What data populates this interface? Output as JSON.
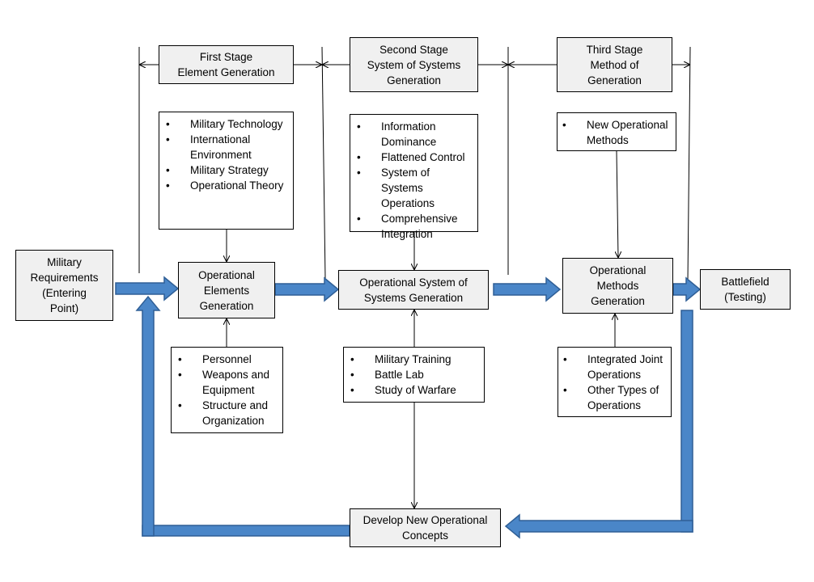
{
  "stages": {
    "first": [
      "First Stage",
      "Element Generation"
    ],
    "second": [
      "Second Stage",
      "System of Systems",
      "Generation"
    ],
    "third": [
      "Third Stage",
      "Method of",
      "Generation"
    ]
  },
  "factors": {
    "first_top": [
      "Military Technology",
      "International Environment",
      "Military Strategy",
      "Operational Theory"
    ],
    "first_bottom": [
      "Personnel",
      "Weapons and Equipment",
      "Structure and Organization"
    ],
    "second_top": [
      "Information Dominance",
      "Flattened Control",
      "System of Systems Operations",
      "Comprehensive Integration"
    ],
    "second_bottom": [
      "Military Training",
      "Battle Lab",
      "Study of Warfare"
    ],
    "third_top": [
      "New Operational Methods"
    ],
    "third_bottom": [
      "Integrated Joint Operations",
      "Other Types of Operations"
    ]
  },
  "nodes": {
    "requirements": [
      "Military",
      "Requirements",
      "(Entering",
      "Point)"
    ],
    "elements": [
      "Operational",
      "Elements",
      "Generation"
    ],
    "system": [
      "Operational System of",
      "Systems Generation"
    ],
    "methods": [
      "Operational",
      "Methods",
      "Generation"
    ],
    "battlefield": [
      "Battlefield",
      "(Testing)"
    ],
    "concepts": [
      "Develop New Operational",
      "Concepts"
    ]
  },
  "colors": {
    "flow_fill": "#4a86c8",
    "flow_edge": "#2f5f96",
    "box_fill": "#f0f0f0",
    "line": "#000000"
  }
}
